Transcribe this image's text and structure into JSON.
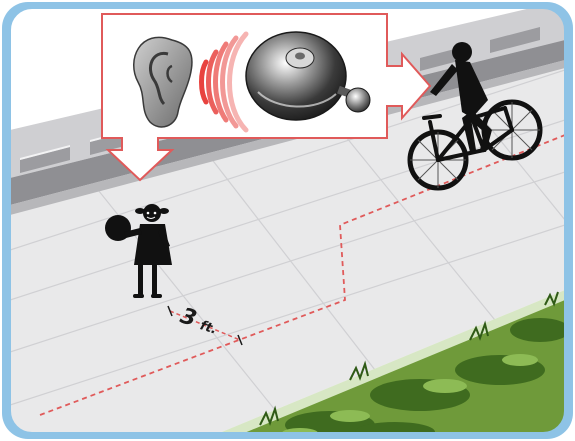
{
  "illustration": {
    "scene": "shared-path-bicycle-bell-safety",
    "icons": [
      "ear-icon",
      "sound-waves-icon",
      "bicycle-bell-icon",
      "arrow-right-icon",
      "arrow-down-icon",
      "cyclist-icon",
      "child-with-ball-icon"
    ],
    "distance_label": {
      "value": "3",
      "unit": "ft."
    },
    "colors": {
      "frame": "#8ec3e6",
      "path_surface": "#e7e7e8",
      "dashed_line": "#e05a5a",
      "sound_waves": "#e8433f",
      "grass": "#6f9a3a",
      "silhouette": "#111111"
    }
  }
}
